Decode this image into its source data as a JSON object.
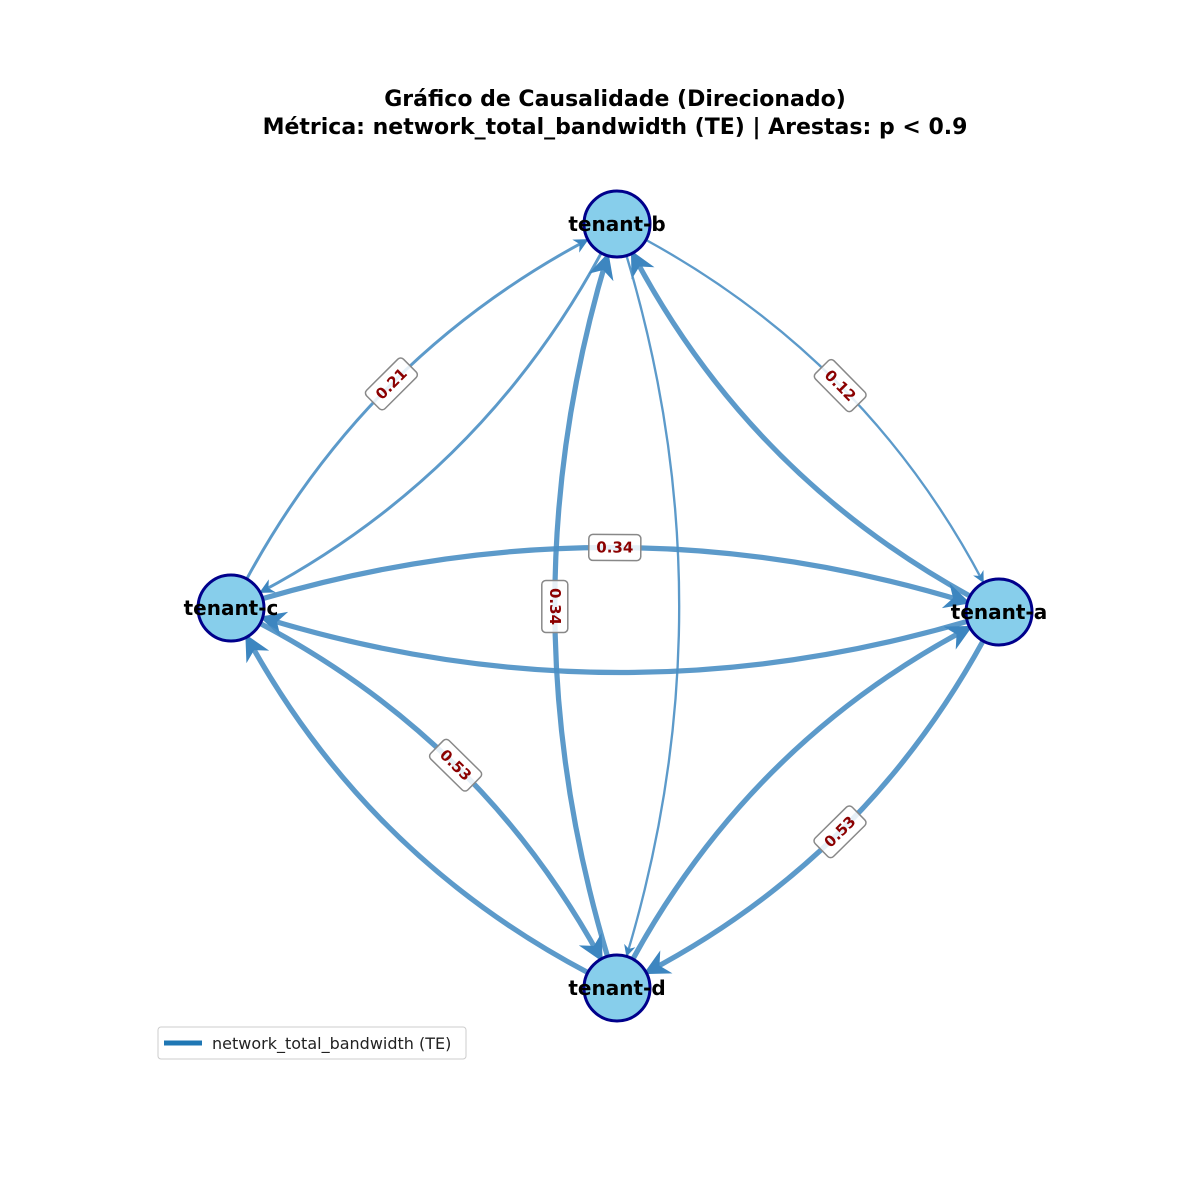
{
  "title": {
    "line1": "Gráfico de Causalidade (Direcionado)",
    "line2": "Métrica: network_total_bandwidth (TE) | Arestas: p < 0.9"
  },
  "colors": {
    "node_fill": "#87ceeb",
    "node_stroke": "#00008b",
    "edge": "#4a8fc4",
    "edge_label_text": "#8b0000",
    "legend_line": "#1f77b4"
  },
  "nodes": [
    {
      "id": "tenant-a",
      "label": "tenant-a"
    },
    {
      "id": "tenant-b",
      "label": "tenant-b"
    },
    {
      "id": "tenant-c",
      "label": "tenant-c"
    },
    {
      "id": "tenant-d",
      "label": "tenant-d"
    }
  ],
  "edges": [
    {
      "source": "tenant-b",
      "target": "tenant-c",
      "weight": 0.21
    },
    {
      "source": "tenant-c",
      "target": "tenant-b",
      "weight": 0.21,
      "label": "0.21"
    },
    {
      "source": "tenant-b",
      "target": "tenant-a",
      "weight": 0.12,
      "label": "0.12"
    },
    {
      "source": "tenant-a",
      "target": "tenant-b",
      "weight": 0.53
    },
    {
      "source": "tenant-a",
      "target": "tenant-c",
      "weight": 0.53
    },
    {
      "source": "tenant-c",
      "target": "tenant-a",
      "weight": 0.53,
      "label": "0.34"
    },
    {
      "source": "tenant-b",
      "target": "tenant-d",
      "weight": 0.12
    },
    {
      "source": "tenant-d",
      "target": "tenant-b",
      "weight": 0.53,
      "label": "0.34"
    },
    {
      "source": "tenant-c",
      "target": "tenant-d",
      "weight": 0.53,
      "label": "0.53"
    },
    {
      "source": "tenant-d",
      "target": "tenant-c",
      "weight": 0.53
    },
    {
      "source": "tenant-a",
      "target": "tenant-d",
      "weight": 0.53,
      "label": "0.53"
    },
    {
      "source": "tenant-d",
      "target": "tenant-a",
      "weight": 0.53
    }
  ],
  "legend": {
    "label": "network_total_bandwidth (TE)"
  }
}
